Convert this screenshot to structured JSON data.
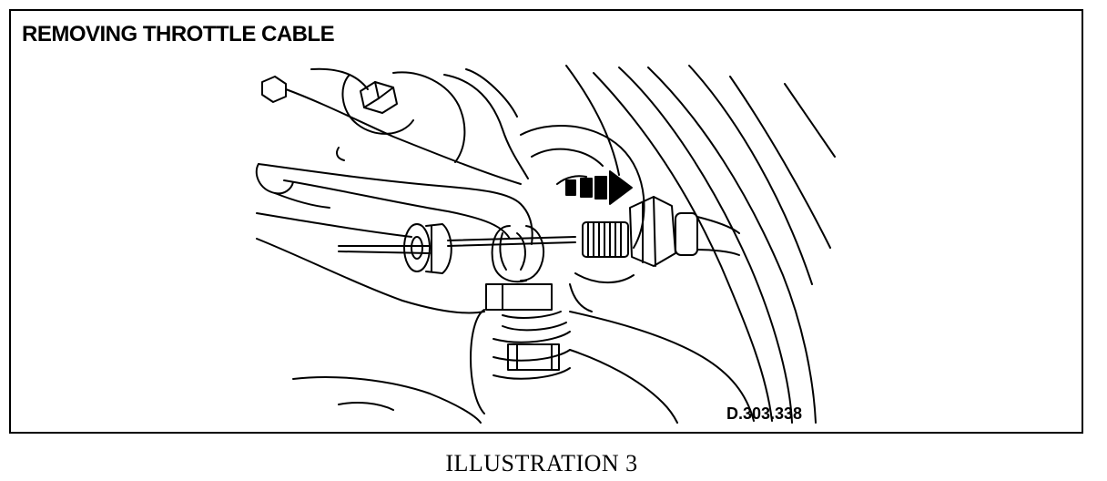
{
  "figure": {
    "title": "REMOVING THROTTLE CABLE",
    "reference_code": "D.303.338",
    "caption": "ILLUSTRATION 3",
    "line_color": "#000000",
    "background_color": "#ffffff"
  }
}
